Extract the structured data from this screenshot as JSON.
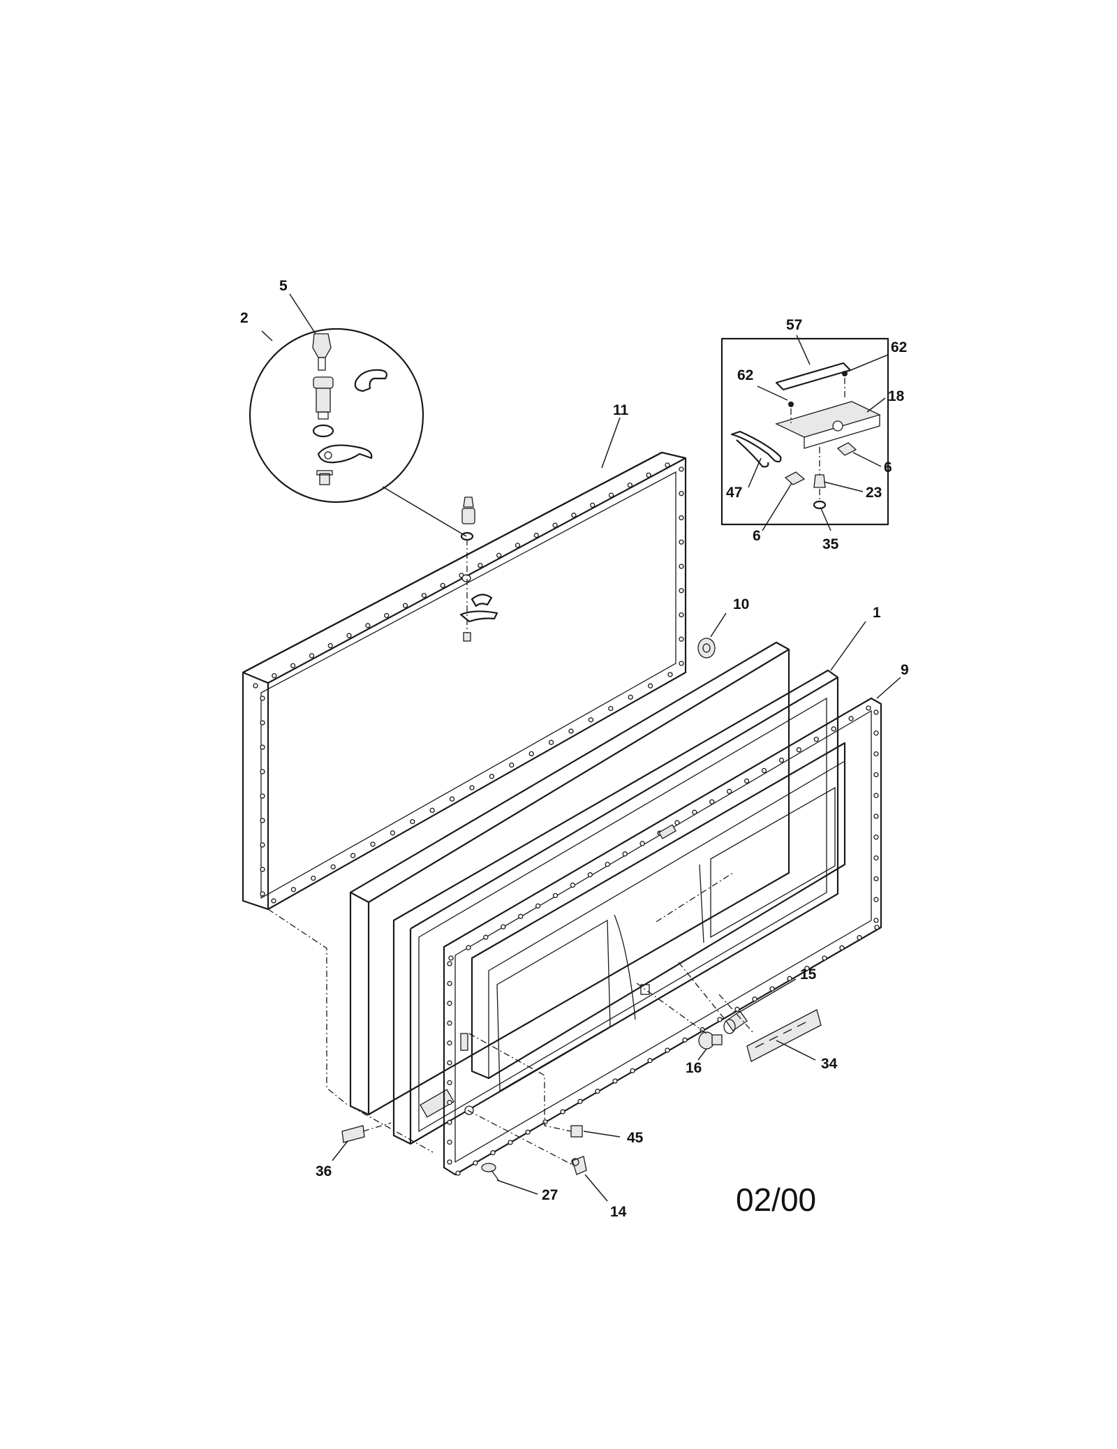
{
  "diagram": {
    "revision_date": "02/00",
    "callouts": [
      "5",
      "2",
      "11",
      "57",
      "62",
      "62",
      "18",
      "6",
      "47",
      "6",
      "23",
      "35",
      "10",
      "1",
      "9",
      "15",
      "34",
      "16",
      "45",
      "36",
      "27",
      "14"
    ]
  }
}
